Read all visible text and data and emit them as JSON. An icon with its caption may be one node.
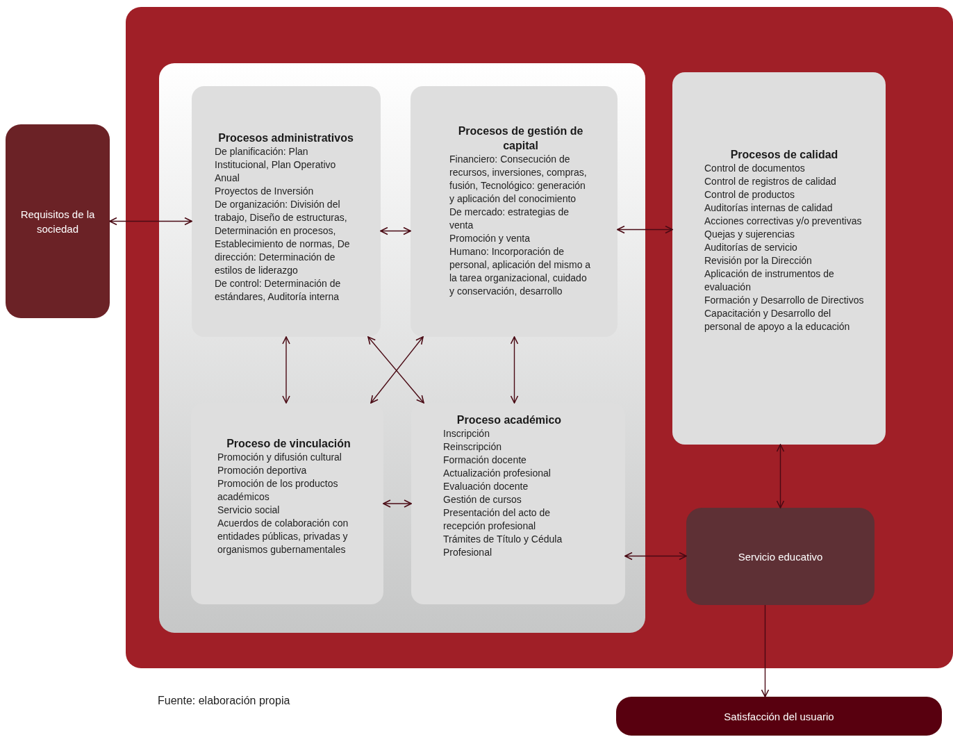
{
  "diagram": {
    "caption": "Fuente: elaboración propia",
    "nodes": [
      {
        "text": [],
        "shape": "box"
      },
      {
        "text": [],
        "shape": "box",
        "in": 0
      },
      {
        "text": [
          "Procesos administrativos",
          "De planificación: Plan Institucional, Plan Operativo Anual",
          "Proyectos de Inversión",
          "De organización: División del trabajo, Diseño de estructuras, Determinación en procesos, Establecimiento de normas, De dirección: Determinación de estilos de liderazgo",
          "De control: Determinación de estándares, Auditoría interna"
        ],
        "in": 1
      },
      {
        "text": [
          "Procesos de gestión de capital",
          "Financiero: Consecución de recursos, inversiones, compras, fusión, Tecnológico: generación y aplicación del conocimiento",
          "De mercado: estrategias de venta",
          "Promoción y venta",
          "Humano: Incorporación de personal, aplicación del mismo a la tarea organizacional, cuidado y conservación, desarrollo"
        ],
        "in": 1
      },
      {
        "text": [
          "Proceso de vinculación",
          "Promoción y difusión cultural",
          "Promoción deportiva",
          "Promoción de los productos académicos",
          "Servicio social",
          "Acuerdos de colaboración con entidades públicas, privadas y organismos gubernamentales"
        ],
        "in": 1
      },
      {
        "text": [
          "Proceso académico",
          "Inscripción",
          "Reinscripción",
          "Formación docente",
          "Actualización profesional",
          "Evaluación docente",
          "Gestión de cursos",
          "Presentación del acto de recepción profesional",
          "Trámites de Título y Cédula Profesional"
        ],
        "in": 1
      },
      {
        "text": [
          "Procesos de calidad",
          "Control de documentos",
          "Control de registros de calidad",
          "Control de productos",
          "Auditorías internas de calidad",
          "Acciones correctivas y/o preventivas",
          "Quejas y sujerencias",
          "Auditorías de servicio",
          "Revisión por la Dirección",
          "Aplicación de instrumentos de evaluación",
          "Formación y Desarrollo de Directivos",
          "Capacitación y Desarrollo del personal de apoyo a la educación"
        ],
        "in": 0
      },
      {
        "text": [
          "Servicio educativo"
        ],
        "in": 0
      },
      {
        "text": [
          "Requisitos de la sociedad"
        ]
      },
      {
        "text": [
          "Satisfacción del usuario"
        ]
      }
    ],
    "edges": [
      {
        "from": 8,
        "to": 2,
        "arrow": "both"
      },
      {
        "from": 2,
        "to": 3,
        "arrow": "both"
      },
      {
        "from": 3,
        "to": 6,
        "arrow": "both"
      },
      {
        "from": 2,
        "to": 4,
        "arrow": "both"
      },
      {
        "from": 2,
        "to": 5,
        "arrow": "both"
      },
      {
        "from": 3,
        "to": 4,
        "arrow": "both"
      },
      {
        "from": 3,
        "to": 5,
        "arrow": "both"
      },
      {
        "from": 4,
        "to": 5,
        "arrow": "both"
      },
      {
        "from": 5,
        "to": 7,
        "arrow": "both"
      },
      {
        "from": 6,
        "to": 7,
        "arrow": "both"
      },
      {
        "from": 7,
        "to": 9,
        "arrow": "to"
      }
    ]
  }
}
